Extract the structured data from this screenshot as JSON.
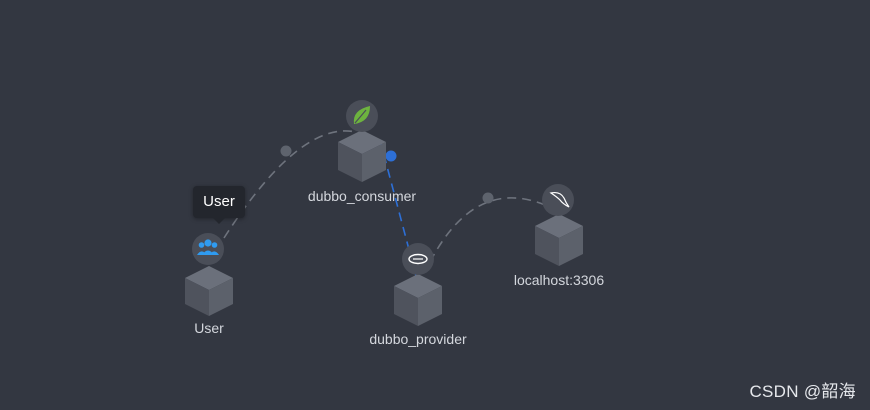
{
  "topology": {
    "nodes": {
      "user": {
        "label": "User",
        "icon": "users-icon",
        "icon_color": "#2f9bf0"
      },
      "consumer": {
        "label": "dubbo_consumer",
        "icon": "spring-leaf-icon",
        "icon_color": "#6db33f"
      },
      "provider": {
        "label": "dubbo_provider",
        "icon": "dubbo-icon",
        "icon_color": "#ffffff"
      },
      "mysql": {
        "label": "localhost:3306",
        "icon": "mysql-dolphin-icon",
        "icon_color": "#ffffff"
      }
    },
    "links": [
      {
        "from": "User",
        "to": "dubbo_consumer",
        "style": "dashed"
      },
      {
        "from": "dubbo_consumer",
        "to": "dubbo_provider",
        "style": "dashed-highlighted"
      },
      {
        "from": "dubbo_provider",
        "to": "localhost:3306",
        "style": "dashed"
      }
    ]
  },
  "tooltip": {
    "text": "User"
  },
  "watermark": {
    "text": "CSDN @韶海"
  },
  "colors": {
    "background": "#333741",
    "cube_top": "#6b707b",
    "cube_left": "#4f535d",
    "cube_right": "#5c616b",
    "icon_circle": "#4a4e58",
    "link": "#6e737d",
    "link_highlight": "#2d6fd6"
  }
}
